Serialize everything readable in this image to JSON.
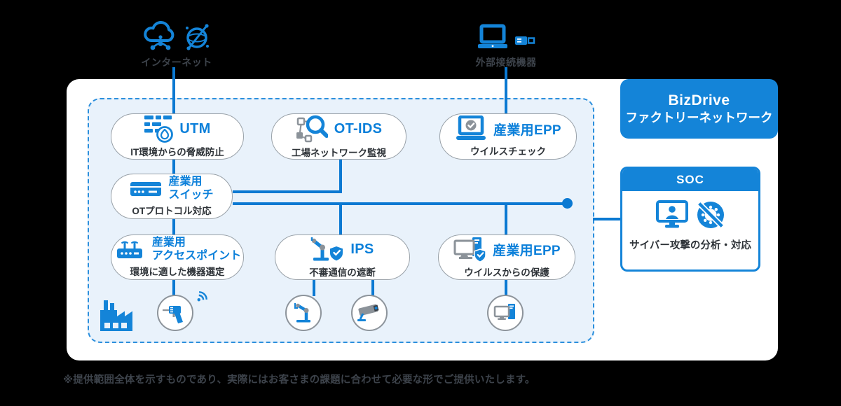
{
  "colors": {
    "accent": "#1484d8",
    "line": "#0b79d2",
    "panel_bg": "#e9f2fb",
    "dark_text": "#2e3338"
  },
  "external_nodes": {
    "internet": {
      "label": "インターネット"
    },
    "external_device": {
      "label": "外部接続機器"
    }
  },
  "network_title": {
    "line1": "BizDrive",
    "line2": "ファクトリーネットワーク"
  },
  "solutions": {
    "utm": {
      "title": "UTM",
      "subtitle": "IT環境からの脅威防止"
    },
    "ot_ids": {
      "title": "OT-IDS",
      "subtitle": "工場ネットワーク監視"
    },
    "epp_check": {
      "title": "産業用EPP",
      "subtitle": "ウイルスチェック"
    },
    "switch": {
      "title_line1": "産業用",
      "title_line2": "スイッチ",
      "subtitle": "OTプロトコル対応"
    },
    "access_point": {
      "title_line1": "産業用",
      "title_line2": "アクセスポイント",
      "subtitle": "環境に適した機器選定"
    },
    "ips": {
      "title": "IPS",
      "subtitle": "不審通信の遮断"
    },
    "epp_protect": {
      "title": "産業用EPP",
      "subtitle": "ウイルスからの保護"
    }
  },
  "soc": {
    "title": "SOC",
    "description": "サイバー攻撃の分析・対応"
  },
  "footnote": "※提供範囲全体を示すものであり、実際にはお客さまの課題に合わせて必要な形でご提供いたします。",
  "icons": {
    "internet": [
      "cloud-network-icon",
      "globe-icon"
    ],
    "external_device": [
      "laptop-icon",
      "usb-memory-icon"
    ],
    "utm": "firewall-icon",
    "ot_ids": "network-search-icon",
    "epp_check": "laptop-check-icon",
    "switch": "switch-device-icon",
    "access_point": "access-point-icon",
    "ips": "robot-shield-icon",
    "epp_protect": "pc-shield-icon",
    "soc": [
      "monitor-operator-icon",
      "virus-block-icon"
    ],
    "factory_floor": [
      "factory-icon",
      "handy-scanner-icon",
      "wifi-icon",
      "robot-arm-icon",
      "cctv-camera-icon",
      "factory-pc-icon"
    ]
  }
}
